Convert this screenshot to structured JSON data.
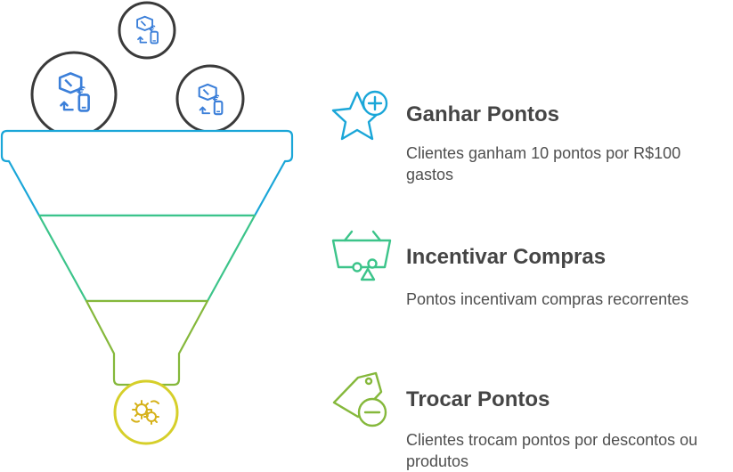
{
  "steps": [
    {
      "title": "Ganhar Pontos",
      "description": "Clientes ganham 10 pontos por R$100 gastos",
      "icon": "star-plus-icon",
      "color": "#1aa6d8"
    },
    {
      "title": "Incentivar Compras",
      "description": "Pontos incentivam compras recorrentes",
      "icon": "basket-icon",
      "color": "#3cc48a"
    },
    {
      "title": "Trocar Pontos",
      "description": "Clientes trocam pontos por descontos ou produtos",
      "icon": "tag-minus-icon",
      "color": "#85b83b"
    }
  ],
  "funnel": {
    "top_icon": "currency-exchange-icon",
    "bottom_icon": "gears-icon",
    "colors": [
      "#1aa6d8",
      "#3cc48a",
      "#85b83b",
      "#d6cf2a"
    ],
    "circle_color": "#3a3a3a"
  }
}
